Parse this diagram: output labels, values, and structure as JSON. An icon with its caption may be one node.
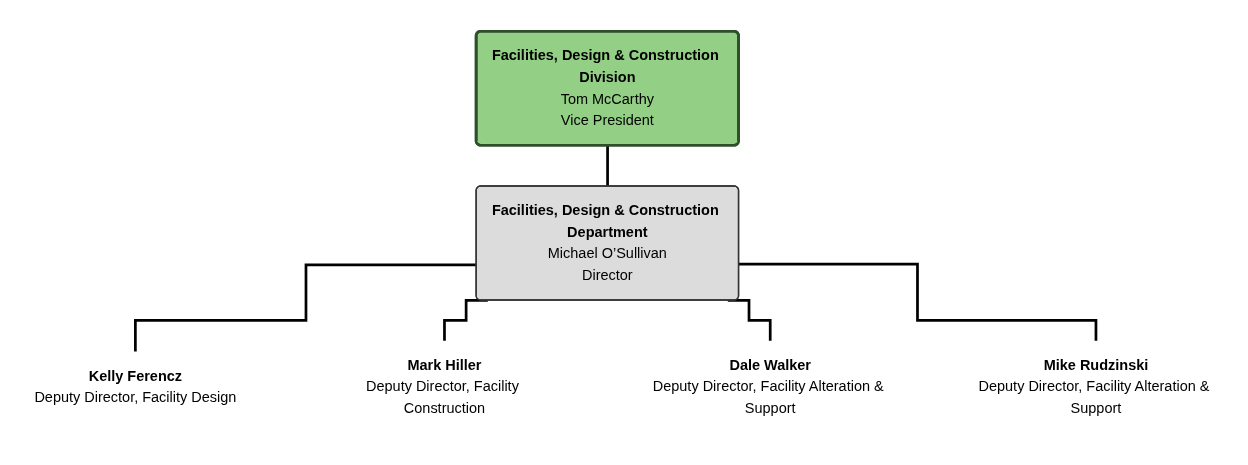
{
  "diagram": {
    "nodes": [
      {
        "text": [
          "Facilities, Design & Construction Division",
          "Tom McCarthy",
          "Vice President"
        ]
      },
      {
        "text": [
          "Facilities, Design & Construction Department",
          "Michael O’Sullivan",
          "Director"
        ]
      },
      {
        "text": [
          "Kelly Ferencz",
          "Deputy Director, Facility Design"
        ]
      },
      {
        "text": [
          "Mark Hiller",
          "Deputy Director, Facility Construction"
        ]
      },
      {
        "text": [
          "Dale Walker",
          "Deputy Director, Facility Alteration & Support"
        ]
      },
      {
        "text": [
          "Mike Rudzinski",
          "Deputy Director, Facility Alteration & Support"
        ]
      }
    ],
    "edges": [
      {
        "from": 0,
        "to": 1,
        "arrow": "none"
      },
      {
        "from": 1,
        "to": 2,
        "arrow": "none"
      },
      {
        "from": 1,
        "to": 3,
        "arrow": "none"
      },
      {
        "from": 1,
        "to": 4,
        "arrow": "none"
      },
      {
        "from": 1,
        "to": 5,
        "arrow": "none"
      }
    ]
  }
}
